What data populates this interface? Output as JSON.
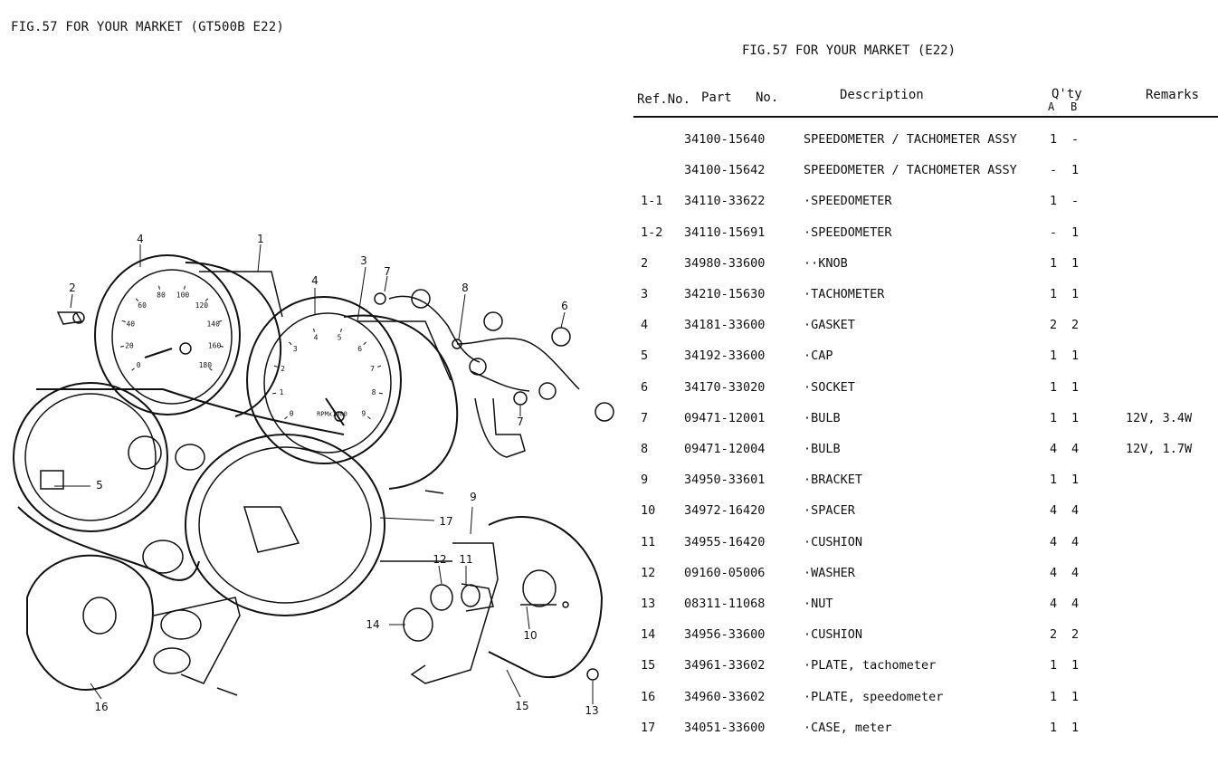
{
  "left_title": "FIG.57  FOR YOUR MARKET (GT500B E22)",
  "right_title": "FIG.57  FOR YOUR MARKET (E22)",
  "table": {
    "headers": {
      "ref": "Ref.No.",
      "part": "Part",
      "no": "No.",
      "description": "Description",
      "qty": "Q'ty",
      "qty_a": "A",
      "qty_b": "B",
      "remarks": "Remarks"
    },
    "rows": [
      {
        "ref": "",
        "part": "34100-15640",
        "desc": "SPEEDOMETER / TACHOMETER ASSY",
        "a": "1",
        "b": "-",
        "remarks": ""
      },
      {
        "ref": "",
        "part": "34100-15642",
        "desc": "SPEEDOMETER / TACHOMETER ASSY",
        "a": "-",
        "b": "1",
        "remarks": ""
      },
      {
        "ref": "1-1",
        "part": "34110-33622",
        "desc": "·SPEEDOMETER",
        "a": "1",
        "b": "-",
        "remarks": ""
      },
      {
        "ref": "1-2",
        "part": "34110-15691",
        "desc": "·SPEEDOMETER",
        "a": "-",
        "b": "1",
        "remarks": ""
      },
      {
        "ref": "2",
        "part": "34980-33600",
        "desc": "··KNOB",
        "a": "1",
        "b": "1",
        "remarks": ""
      },
      {
        "ref": "3",
        "part": "34210-15630",
        "desc": "·TACHOMETER",
        "a": "1",
        "b": "1",
        "remarks": ""
      },
      {
        "ref": "4",
        "part": "34181-33600",
        "desc": "·GASKET",
        "a": "2",
        "b": "2",
        "remarks": ""
      },
      {
        "ref": "5",
        "part": "34192-33600",
        "desc": "·CAP",
        "a": "1",
        "b": "1",
        "remarks": ""
      },
      {
        "ref": "6",
        "part": "34170-33020",
        "desc": "·SOCKET",
        "a": "1",
        "b": "1",
        "remarks": ""
      },
      {
        "ref": "7",
        "part": "09471-12001",
        "desc": "·BULB",
        "a": "1",
        "b": "1",
        "remarks": "12V, 3.4W"
      },
      {
        "ref": "8",
        "part": "09471-12004",
        "desc": "·BULB",
        "a": "4",
        "b": "4",
        "remarks": "12V, 1.7W"
      },
      {
        "ref": "9",
        "part": "34950-33601",
        "desc": "·BRACKET",
        "a": "1",
        "b": "1",
        "remarks": ""
      },
      {
        "ref": "10",
        "part": "34972-16420",
        "desc": "·SPACER",
        "a": "4",
        "b": "4",
        "remarks": ""
      },
      {
        "ref": "11",
        "part": "34955-16420",
        "desc": "·CUSHION",
        "a": "4",
        "b": "4",
        "remarks": ""
      },
      {
        "ref": "12",
        "part": "09160-05006",
        "desc": "·WASHER",
        "a": "4",
        "b": "4",
        "remarks": ""
      },
      {
        "ref": "13",
        "part": "08311-11068",
        "desc": "·NUT",
        "a": "4",
        "b": "4",
        "remarks": ""
      },
      {
        "ref": "14",
        "part": "34956-33600",
        "desc": "·CUSHION",
        "a": "2",
        "b": "2",
        "remarks": ""
      },
      {
        "ref": "15",
        "part": "34961-33602",
        "desc": "·PLATE, tachometer",
        "a": "1",
        "b": "1",
        "remarks": ""
      },
      {
        "ref": "16",
        "part": "34960-33602",
        "desc": "·PLATE, speedometer",
        "a": "1",
        "b": "1",
        "remarks": ""
      },
      {
        "ref": "17",
        "part": "34051-33600",
        "desc": "·CASE, meter",
        "a": "1",
        "b": "1",
        "remarks": ""
      }
    ]
  },
  "diagram": {
    "callouts": [
      "1",
      "2",
      "3",
      "4",
      "4",
      "5",
      "6",
      "7",
      "7",
      "8",
      "9",
      "10",
      "11",
      "12",
      "13",
      "14",
      "15",
      "16",
      "17"
    ],
    "speedo_numbers": [
      "0",
      "20",
      "40",
      "60",
      "80",
      "100",
      "120",
      "140",
      "160",
      "180"
    ],
    "tacho_numbers": [
      "0",
      "1",
      "2",
      "3",
      "4",
      "5",
      "6",
      "7",
      "8",
      "9"
    ],
    "tacho_unit": "RPMx1000"
  }
}
